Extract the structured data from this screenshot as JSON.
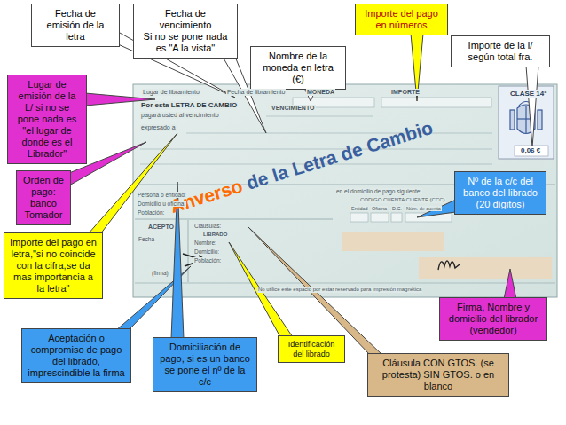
{
  "diagram": {
    "nodes": [
      {
        "text": [
          "Fecha de emisión de la letra"
        ]
      },
      {
        "text": [
          "Fecha de vencimiento",
          "Si no se pone nada es \"A la vista\""
        ]
      },
      {
        "text": [
          "Nombre de la moneda en letra (€)"
        ]
      },
      {
        "text": [
          "Importe del pago en números"
        ]
      },
      {
        "text": [
          "Importe de la l/ según total fra."
        ]
      },
      {
        "text": [
          "Lugar de emisión de la L/ si no se pone nada es \"el lugar de donde es el Librador\""
        ]
      },
      {
        "text": [
          "Orden de pago: banco Tomador"
        ]
      },
      {
        "text": [
          "Nº de la c/c del banco del librado (20 dígitos)"
        ]
      },
      {
        "text": [
          "Importe del pago en letra,\"si no coincide con la cifra,se da mas importancia a la letra\""
        ]
      },
      {
        "text": [
          "Firma, Nombre y domicilio del librador (vendedor)"
        ]
      },
      {
        "text": [
          "Aceptación o compromiso de pago del librado, imprescindible la firma"
        ]
      },
      {
        "text": [
          "Domiciliación de pago, si es un banco se pone el nº de la c/c"
        ]
      },
      {
        "text": [
          "Identificación del librado"
        ]
      },
      {
        "text": [
          "Cláusula CON GTOS. (se protesta) SIN GTOS. o en blanco"
        ]
      }
    ],
    "labels": [
      "Anverso",
      "de la Letra de Cambio",
      "Lugar de libramiento",
      "Fecha de libramiento",
      "MONEDA",
      "IMPORTE",
      "CLASE 14ª",
      "0,06 €",
      "Por esta LETRA DE CAMBIO",
      "pagará usted al vencimiento",
      "VENCIMIENTO",
      "expresado a",
      "Persona o entidad:",
      "Domicilio u oficina:",
      "Población:",
      "en el domicilio de pago siguiente:",
      "CODIGO CUENTA CLIENTE (CCC)",
      "Entidad",
      "Oficina",
      "D.C.",
      "Núm. de cuenta",
      "ACEPTO",
      "Fecha",
      "(firma)",
      "Cláusulas:",
      "LIBRADO",
      "Nombre:",
      "Domicilio:",
      "Población:",
      "No utilice este espacio por estar reservado para impresión magnética"
    ]
  }
}
